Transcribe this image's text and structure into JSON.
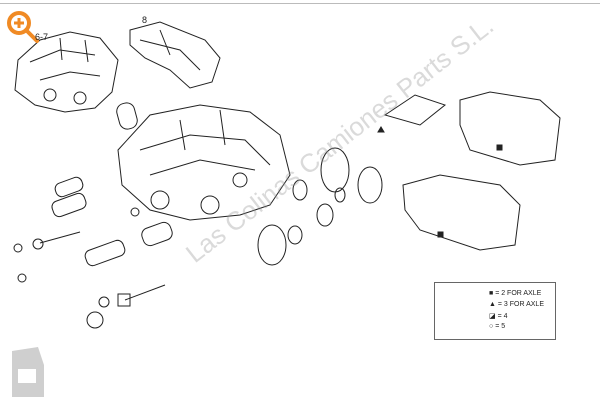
{
  "callouts": {
    "caliper_ref": "6-7",
    "bracket_ref": "8"
  },
  "legend": {
    "rows": [
      {
        "symbol": "■",
        "text": "= 2 FOR AXLE"
      },
      {
        "symbol": "▲",
        "text": "= 3 FOR AXLE"
      },
      {
        "symbol": "◪",
        "text": "= 4"
      },
      {
        "symbol": "○",
        "text": "= 5"
      }
    ]
  },
  "watermark": "Las Colinas Camiones Parts S.L.",
  "colors": {
    "zoom_icon": "#f08a24",
    "line": "#222222",
    "logo": "#cfcfcf"
  }
}
